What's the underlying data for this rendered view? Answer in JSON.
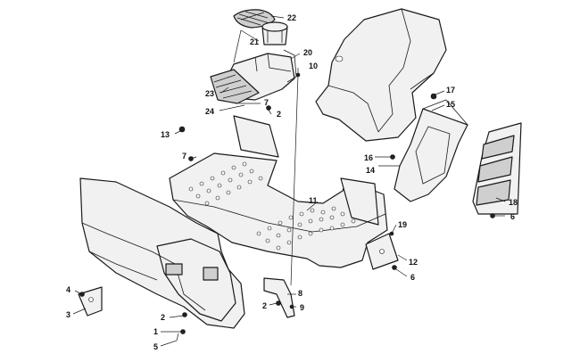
{
  "callouts": [
    {
      "id": "c22",
      "text": "22"
    },
    {
      "id": "c21",
      "text": "21"
    },
    {
      "id": "c20",
      "text": "20"
    },
    {
      "id": "c10",
      "text": "10"
    },
    {
      "id": "c23",
      "text": "23"
    },
    {
      "id": "c7a",
      "text": "7"
    },
    {
      "id": "c24",
      "text": "24"
    },
    {
      "id": "c2a",
      "text": "2"
    },
    {
      "id": "c13",
      "text": "13"
    },
    {
      "id": "c7b",
      "text": "7"
    },
    {
      "id": "c17",
      "text": "17"
    },
    {
      "id": "c15",
      "text": "15"
    },
    {
      "id": "c16",
      "text": "16"
    },
    {
      "id": "c14",
      "text": "14"
    },
    {
      "id": "c11",
      "text": "11"
    },
    {
      "id": "c18",
      "text": "18"
    },
    {
      "id": "c6a",
      "text": "6"
    },
    {
      "id": "c19",
      "text": "19"
    },
    {
      "id": "c12",
      "text": "12"
    },
    {
      "id": "c6b",
      "text": "6"
    },
    {
      "id": "c4",
      "text": "4"
    },
    {
      "id": "c3",
      "text": "3"
    },
    {
      "id": "c8",
      "text": "8"
    },
    {
      "id": "c2b",
      "text": "2"
    },
    {
      "id": "c9",
      "text": "9"
    },
    {
      "id": "c2c",
      "text": "2"
    },
    {
      "id": "c1",
      "text": "1"
    },
    {
      "id": "c5",
      "text": "5"
    }
  ]
}
